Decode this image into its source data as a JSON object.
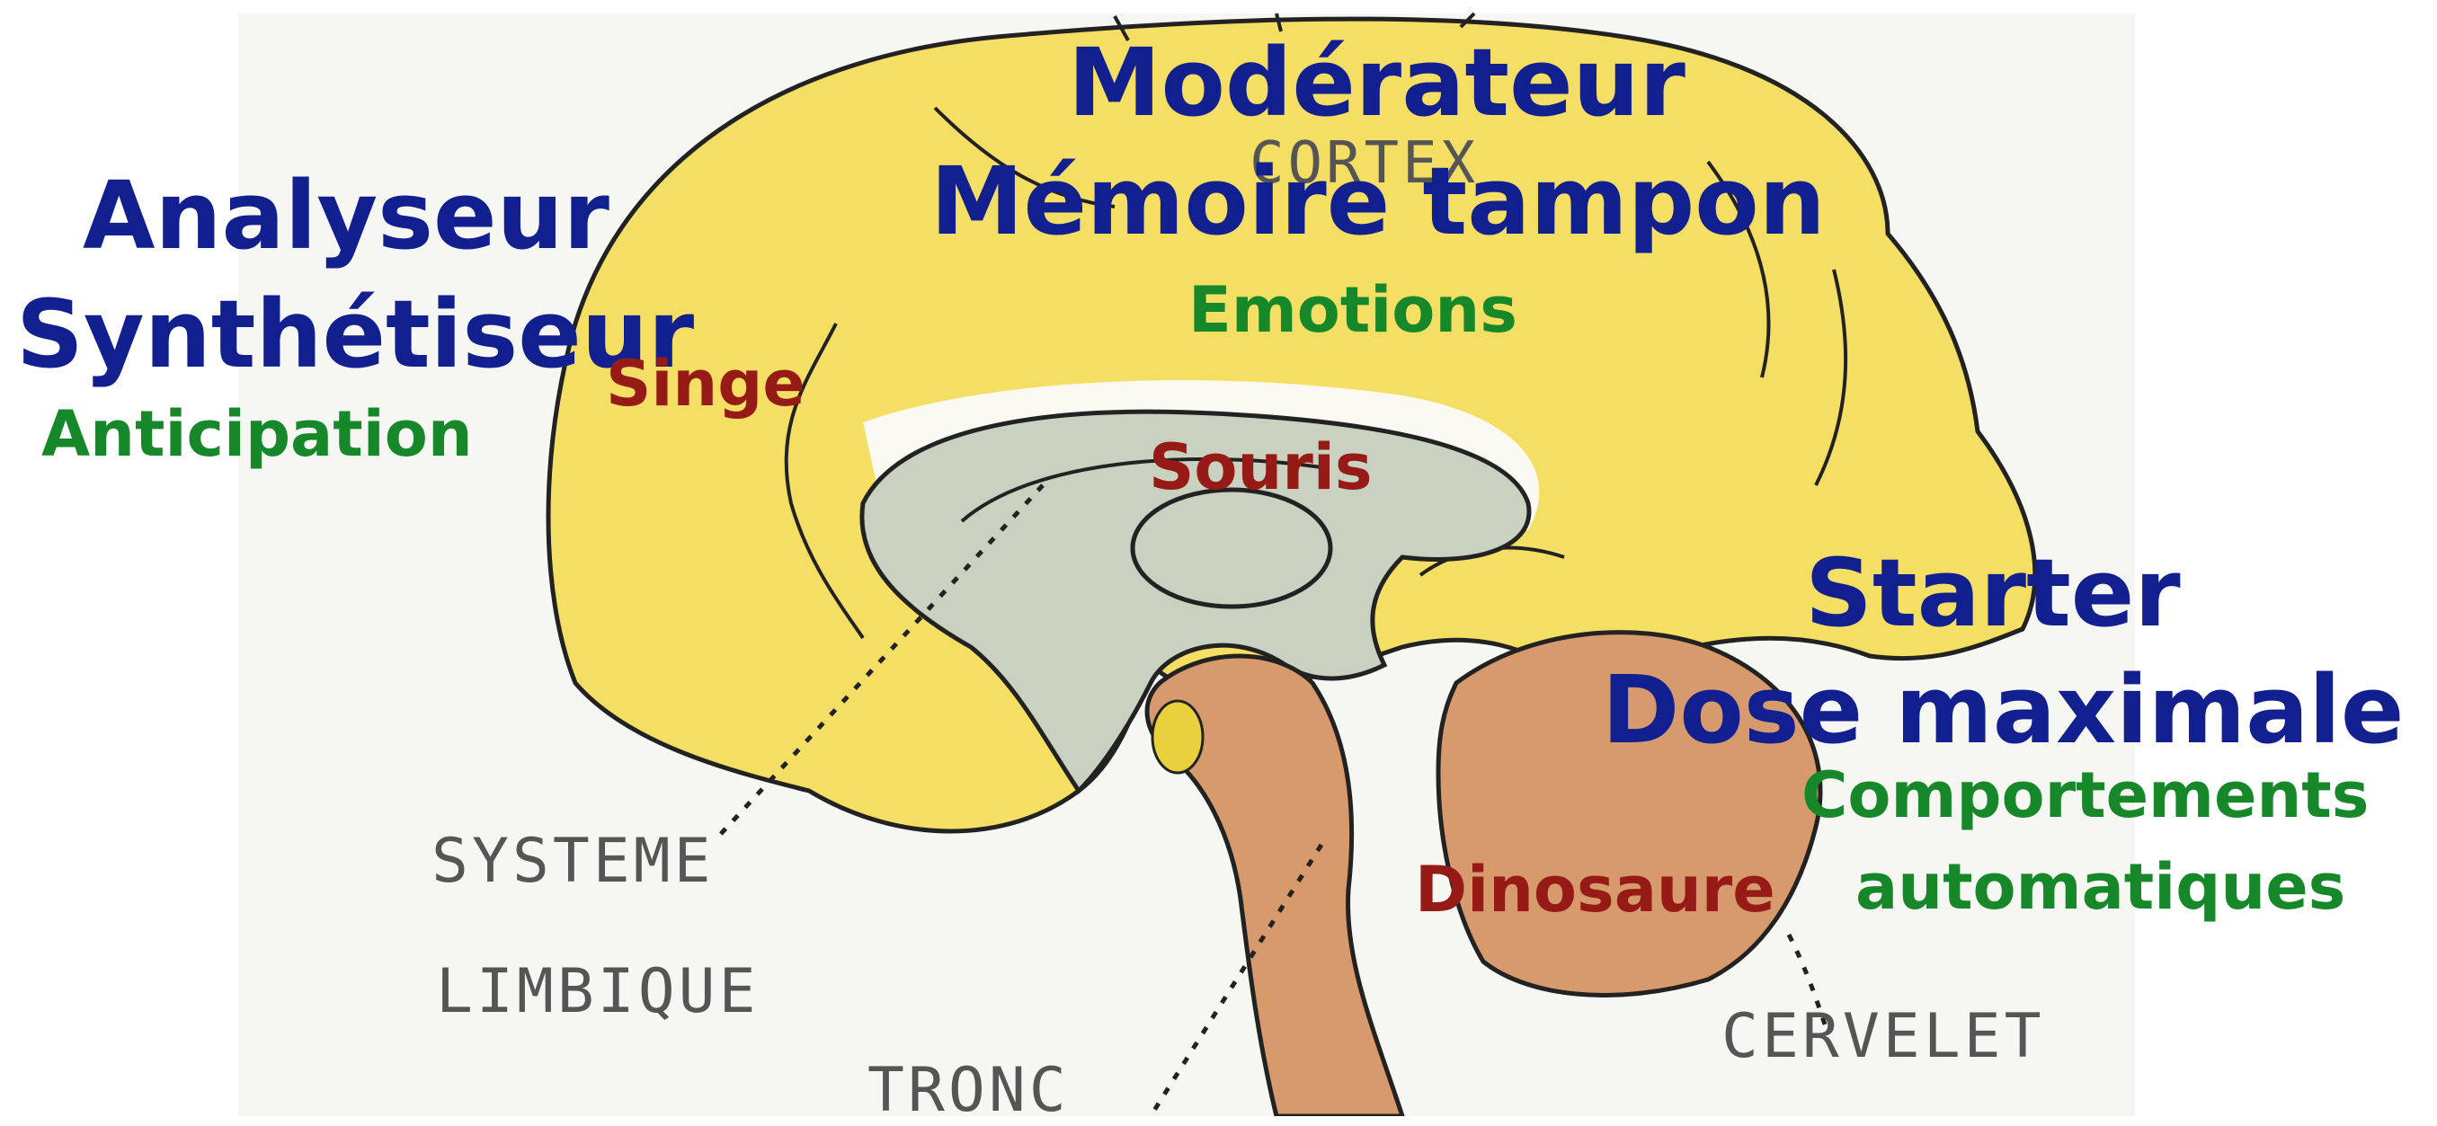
{
  "colors": {
    "title_blue": "#12208f",
    "subtitle_green": "#17882a",
    "animal_red": "#961a16",
    "cortex_yellow": "#f4de63",
    "limbic_grey": "#c9d2c0",
    "brainstem_brown": "#d79a6c"
  },
  "labels": {
    "moderateur": "Modérateur",
    "memoire": "Mémoire tampon",
    "emotions": "Emotions",
    "analyseur": "Analyseur",
    "synthetiseur": "Synthétiseur",
    "anticipation": "Anticipation",
    "singe": "Singe",
    "souris": "Souris",
    "starter": "Starter",
    "dose": "Dose maximale",
    "comportements": "Comportements",
    "automatiques": "automatiques",
    "dinosaure": "Dinosaure"
  },
  "drawing_labels": {
    "cortex": "CORTEX",
    "systeme": "SYSTEME",
    "limbique": "LIMBIQUE",
    "tronc": "TRONC",
    "cervelet": "CERVELET"
  }
}
